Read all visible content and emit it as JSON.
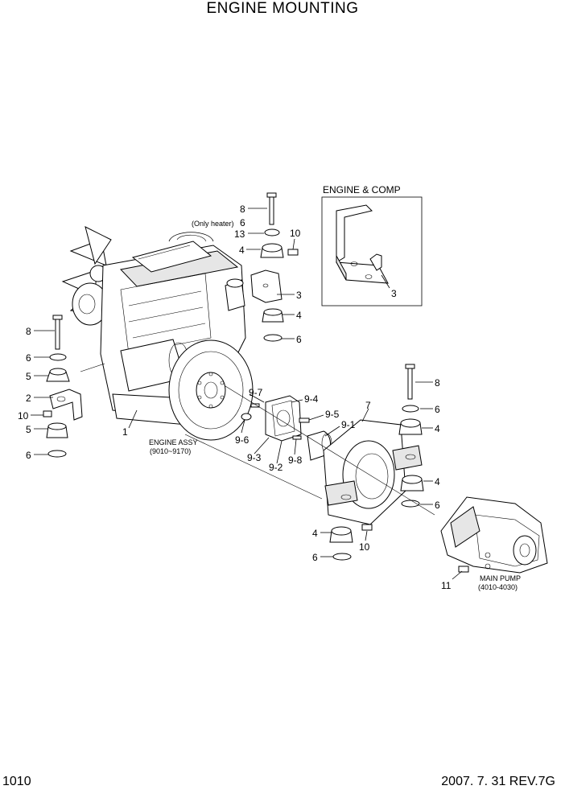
{
  "title": "ENGINE MOUNTING",
  "page_number": "1010",
  "revision": "2007. 7. 31  REV.7G",
  "inset_title": "ENGINE & COMP",
  "labels": {
    "engine_assy": "ENGINE ASSY",
    "engine_assy_range": "(9010~9170)",
    "main_pump": "MAIN PUMP",
    "main_pump_range": "(4010-4030)",
    "only_heater": "(Only heater)"
  },
  "callouts": {
    "c1": "1",
    "c2": "2",
    "c3": "3",
    "c3b": "3",
    "c4a": "4",
    "c4b": "4",
    "c4c": "4",
    "c4d": "4",
    "c4e": "4",
    "c5a": "5",
    "c5b": "5",
    "c6a": "6",
    "c6b": "6",
    "c6c": "6",
    "c6d": "6",
    "c6e": "6",
    "c6f": "6",
    "c6g": "6",
    "c7": "7",
    "c8a": "8",
    "c8b": "8",
    "c8c": "8",
    "c9_1": "9-1",
    "c9_2": "9-2",
    "c9_3": "9-3",
    "c9_4": "9-4",
    "c9_5": "9-5",
    "c9_6": "9-6",
    "c9_7": "9-7",
    "c9_8": "9-8",
    "c10a": "10",
    "c10b": "10",
    "c10c": "10",
    "c11": "11",
    "c13": "13"
  }
}
